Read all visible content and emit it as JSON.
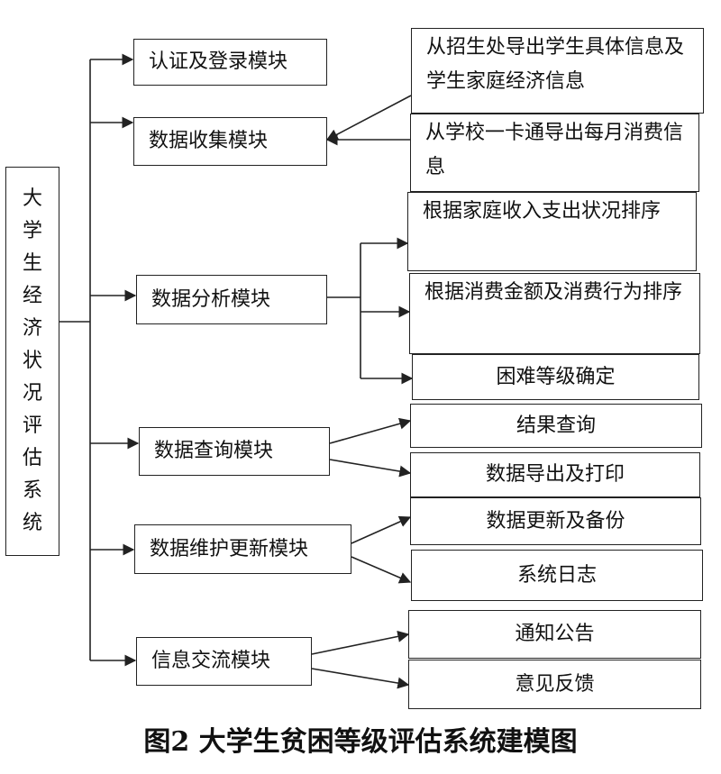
{
  "diagram": {
    "root": {
      "label": "大学生经济状况评估系统"
    },
    "modules": [
      {
        "id": "auth",
        "label": "认证及登录模块"
      },
      {
        "id": "collect",
        "label": "数据收集模块"
      },
      {
        "id": "analyze",
        "label": "数据分析模块"
      },
      {
        "id": "query",
        "label": "数据查询模块"
      },
      {
        "id": "maint",
        "label": "数据维护更新模块"
      },
      {
        "id": "comm",
        "label": "信息交流模块"
      }
    ],
    "sources": [
      {
        "id": "s1",
        "label": "从招生处导出学生具体信息及学生家庭经济信息"
      },
      {
        "id": "s2",
        "label": "从学校一卡通导出每月消费信息"
      }
    ],
    "analysis_items": [
      {
        "id": "a1",
        "label": "根据家庭收入支出状况排序"
      },
      {
        "id": "a2",
        "label": "根据消费金额及消费行为排序"
      },
      {
        "id": "a3",
        "label": "困难等级确定"
      }
    ],
    "query_items": [
      {
        "id": "q1",
        "label": "结果查询"
      },
      {
        "id": "q2",
        "label": "数据导出及打印"
      }
    ],
    "maint_items": [
      {
        "id": "m1",
        "label": "数据更新及备份"
      },
      {
        "id": "m2",
        "label": "系统日志"
      }
    ],
    "comm_items": [
      {
        "id": "c1",
        "label": "通知公告"
      },
      {
        "id": "c2",
        "label": "意见反馈"
      }
    ]
  },
  "caption": "图2  大学生贫困等级评估系统建模图",
  "colors": {
    "line": "#222222",
    "text": "#111111",
    "background": "#ffffff"
  }
}
